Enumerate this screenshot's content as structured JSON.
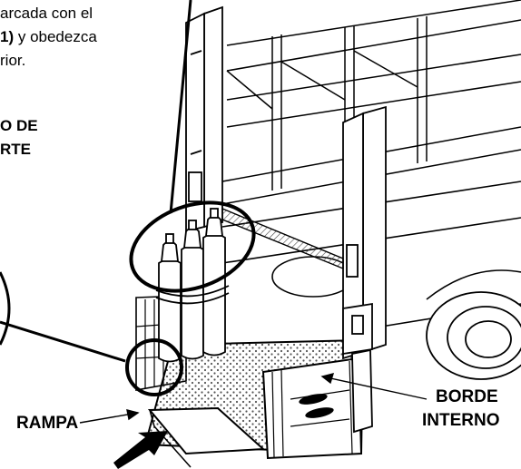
{
  "instructions": {
    "line1": "arcada con el",
    "line2_bold": "1)",
    "line2_rest": " y obedezca",
    "line3": "rior."
  },
  "heading": {
    "line1": "O DE",
    "line2": "RTE"
  },
  "labels": {
    "ramp": "RAMPA",
    "inner_edge_line1": "BORDE",
    "inner_edge_line2": "INTERNO"
  },
  "colors": {
    "ink": "#000000",
    "paper": "#ffffff",
    "hatch": "#555555"
  }
}
